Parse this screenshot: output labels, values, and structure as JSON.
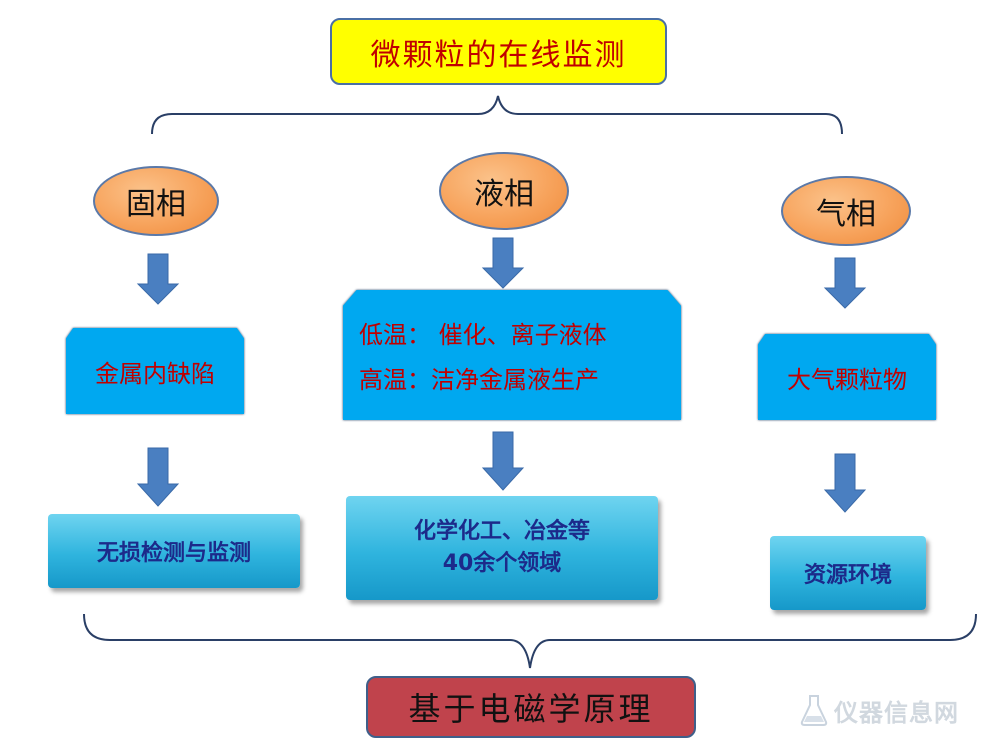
{
  "title": "微颗粒的在线监测",
  "branches": [
    {
      "phase": "固相",
      "application": [
        "金属内缺陷"
      ],
      "method": [
        "无损检测与监测"
      ]
    },
    {
      "phase": "液相",
      "application": [
        "低温： 催化、离子液体",
        "高温：洁净金属液生产"
      ],
      "method": [
        "化学化工、冶金等",
        "40余个领域"
      ]
    },
    {
      "phase": "气相",
      "application": [
        "大气颗粒物"
      ],
      "method": [
        "资源环境"
      ]
    }
  ],
  "footer": "基于电磁学原理",
  "watermark": "仪器信息网",
  "colors": {
    "title_bg": "#ffff00",
    "title_text": "#c00000",
    "oval_fill": "#f7a35c",
    "hex_fill": "#00a8f0",
    "teal_fill": "#2fb4de",
    "arrow_fill": "#4a7fc1",
    "footer_bg": "#c0434c"
  }
}
